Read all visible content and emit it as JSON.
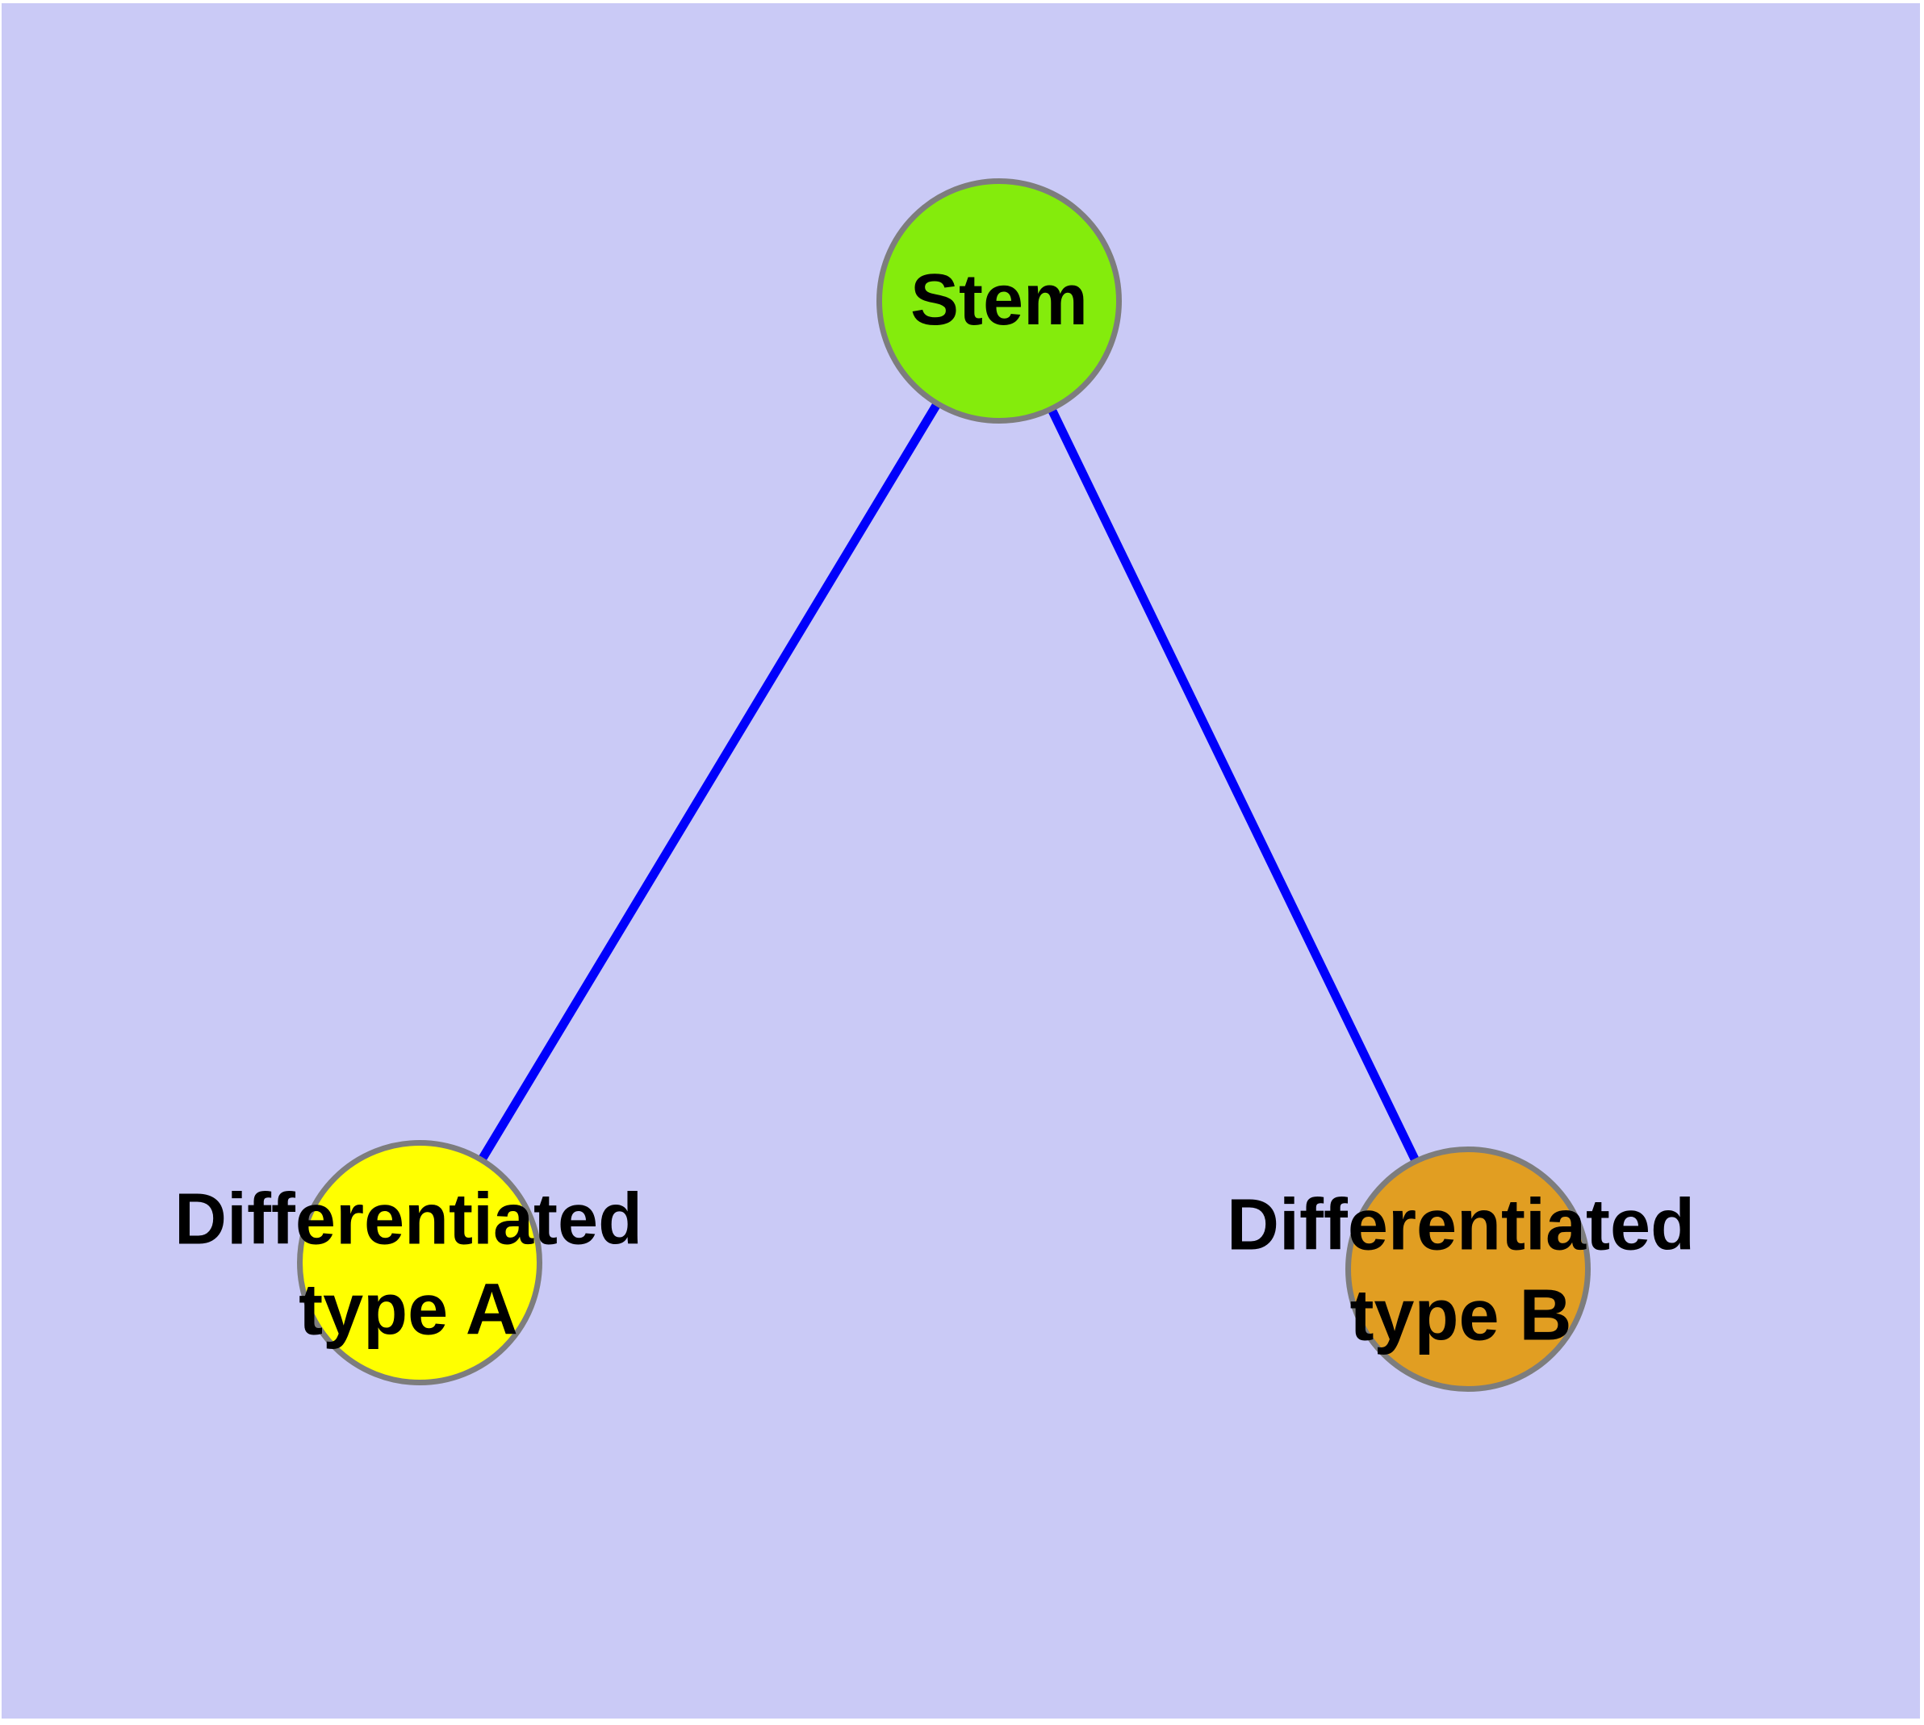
{
  "colors": {
    "page_background": "#ffffff",
    "canvas_background": "#cacaf6",
    "edge": "#0000fb",
    "node_border": "#7d7d7d",
    "label_text": "#000000"
  },
  "graph": {
    "nodes": [
      {
        "id": "stem",
        "fill": "#84ec0c",
        "lines": [
          "Stem"
        ]
      },
      {
        "id": "type-a",
        "fill": "#ffff00",
        "lines": [
          "Differentiated",
          "type A"
        ]
      },
      {
        "id": "type-b",
        "fill": "#e19e22",
        "lines": [
          "Differentiated",
          "type B"
        ]
      }
    ],
    "edges": [
      {
        "from": "stem",
        "to": "type-a"
      },
      {
        "from": "stem",
        "to": "type-b"
      }
    ]
  }
}
